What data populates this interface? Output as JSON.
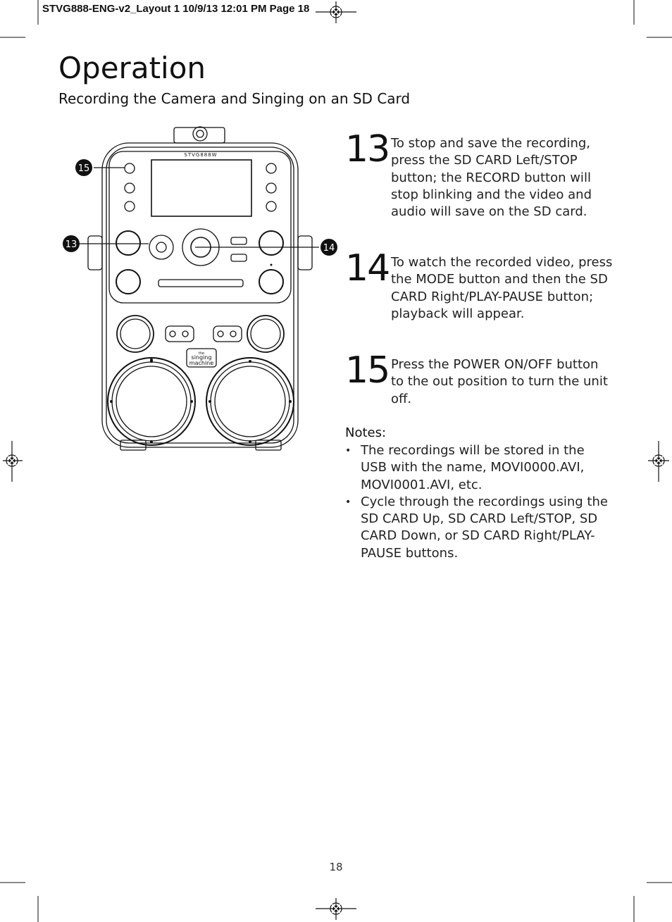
{
  "slug": "STVG888-ENG-v2_Layout 1  10/9/13  12:01 PM  Page 18",
  "header": {
    "title": "Operation",
    "subtitle": "Recording the Camera and Singing on an SD Card"
  },
  "steps": [
    {
      "number": "13",
      "text": "To stop and save the recording, press the SD CARD Left/STOP button; the RECORD button will stop blinking and the video and audio will save on the SD card."
    },
    {
      "number": "14",
      "text": "To watch the recorded video, press the MODE button and then the SD CARD Right/PLAY-PAUSE button; playback will appear."
    },
    {
      "number": "15",
      "text": "Press the POWER ON/OFF button to the out position to turn the unit off."
    }
  ],
  "notes": {
    "heading": "Notes:",
    "items": [
      "The recordings will be stored in the USB with the name, MOVI0000.AVI, MOVI0001.AVI, etc.",
      "Cycle through the recordings using the SD CARD Up, SD CARD Left/STOP, SD CARD Down, or SD CARD Right/PLAY-PAUSE buttons."
    ]
  },
  "illustration": {
    "model_label": "STVG888W",
    "callouts": [
      "15",
      "13",
      "14"
    ],
    "brand_top": "the",
    "brand_line1": "singing",
    "brand_line2": "machine"
  },
  "page_number": "18"
}
